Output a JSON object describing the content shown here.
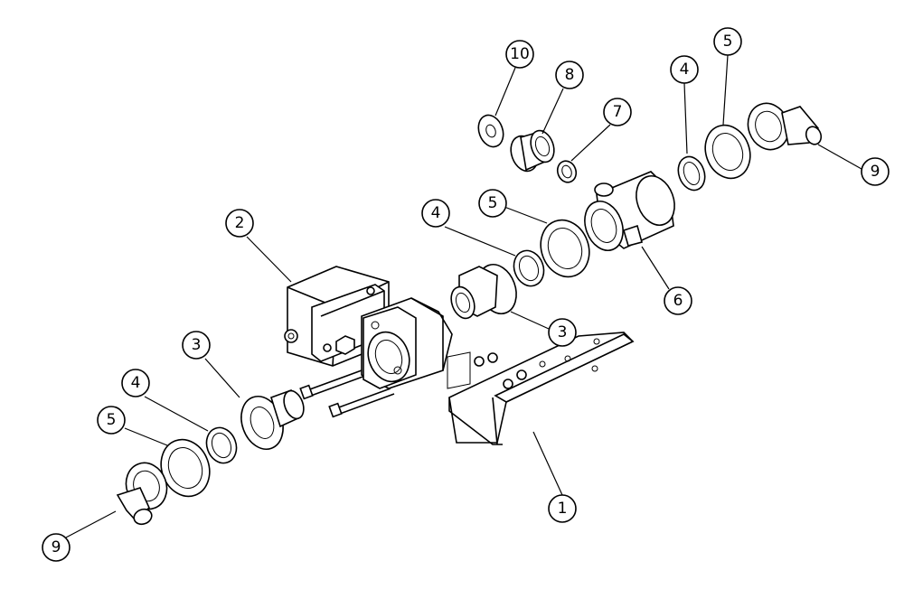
{
  "diagram": {
    "type": "exploded-parts-view",
    "callouts": [
      {
        "id": "c1",
        "label": "1"
      },
      {
        "id": "c2",
        "label": "2"
      },
      {
        "id": "c3a",
        "label": "3"
      },
      {
        "id": "c3b",
        "label": "3"
      },
      {
        "id": "c4a",
        "label": "4"
      },
      {
        "id": "c4b",
        "label": "4"
      },
      {
        "id": "c4c",
        "label": "4"
      },
      {
        "id": "c5a",
        "label": "5"
      },
      {
        "id": "c5b",
        "label": "5"
      },
      {
        "id": "c5c",
        "label": "5"
      },
      {
        "id": "c6",
        "label": "6"
      },
      {
        "id": "c7",
        "label": "7"
      },
      {
        "id": "c8",
        "label": "8"
      },
      {
        "id": "c9a",
        "label": "9"
      },
      {
        "id": "c9b",
        "label": "9"
      },
      {
        "id": "c10",
        "label": "10"
      }
    ],
    "colors": {
      "line": "#000000",
      "background": "#ffffff"
    }
  }
}
